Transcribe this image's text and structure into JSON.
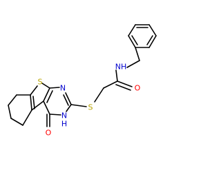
{
  "colors": {
    "background": "#ffffff",
    "bond": "#000000",
    "carbon": "#000000",
    "nitrogen": "#0000cd",
    "oxygen": "#ff0000",
    "sulfur": "#b8a400"
  },
  "molecule": {
    "atoms": {
      "nh_amide": "NH",
      "o_amide": "O",
      "s_thioether": "S",
      "n_ring_upper": "N",
      "s_thiophene": "S",
      "nh_ring": "N",
      "h_ring": "H",
      "o_ketone": "O"
    }
  }
}
